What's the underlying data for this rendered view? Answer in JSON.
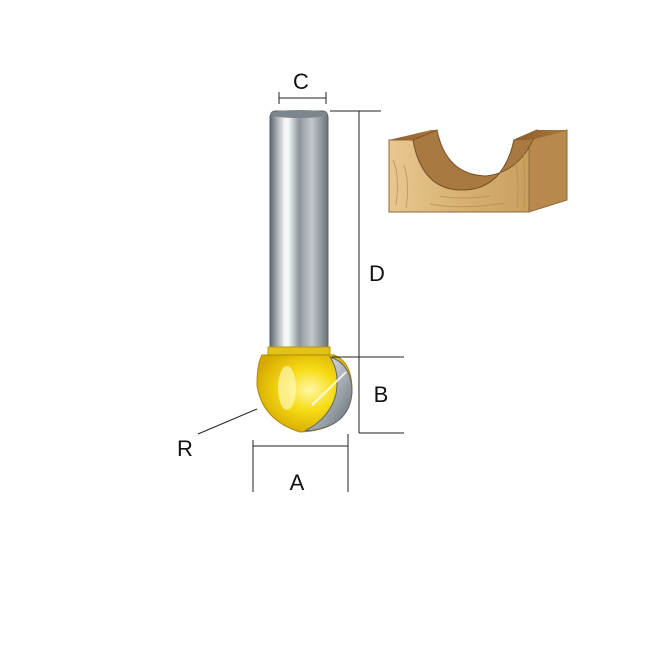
{
  "labels": {
    "c": "C",
    "d": "D",
    "b": "B",
    "a": "A",
    "r": "R"
  },
  "colors": {
    "cutter_yellow": "#f5d90a",
    "shank_steel": "#9aa3ab",
    "dimension_line": "#222222",
    "wood": "#d9b67c"
  },
  "icons": {
    "bit": "router-bit-icon",
    "profile": "wood-profile-icon"
  }
}
